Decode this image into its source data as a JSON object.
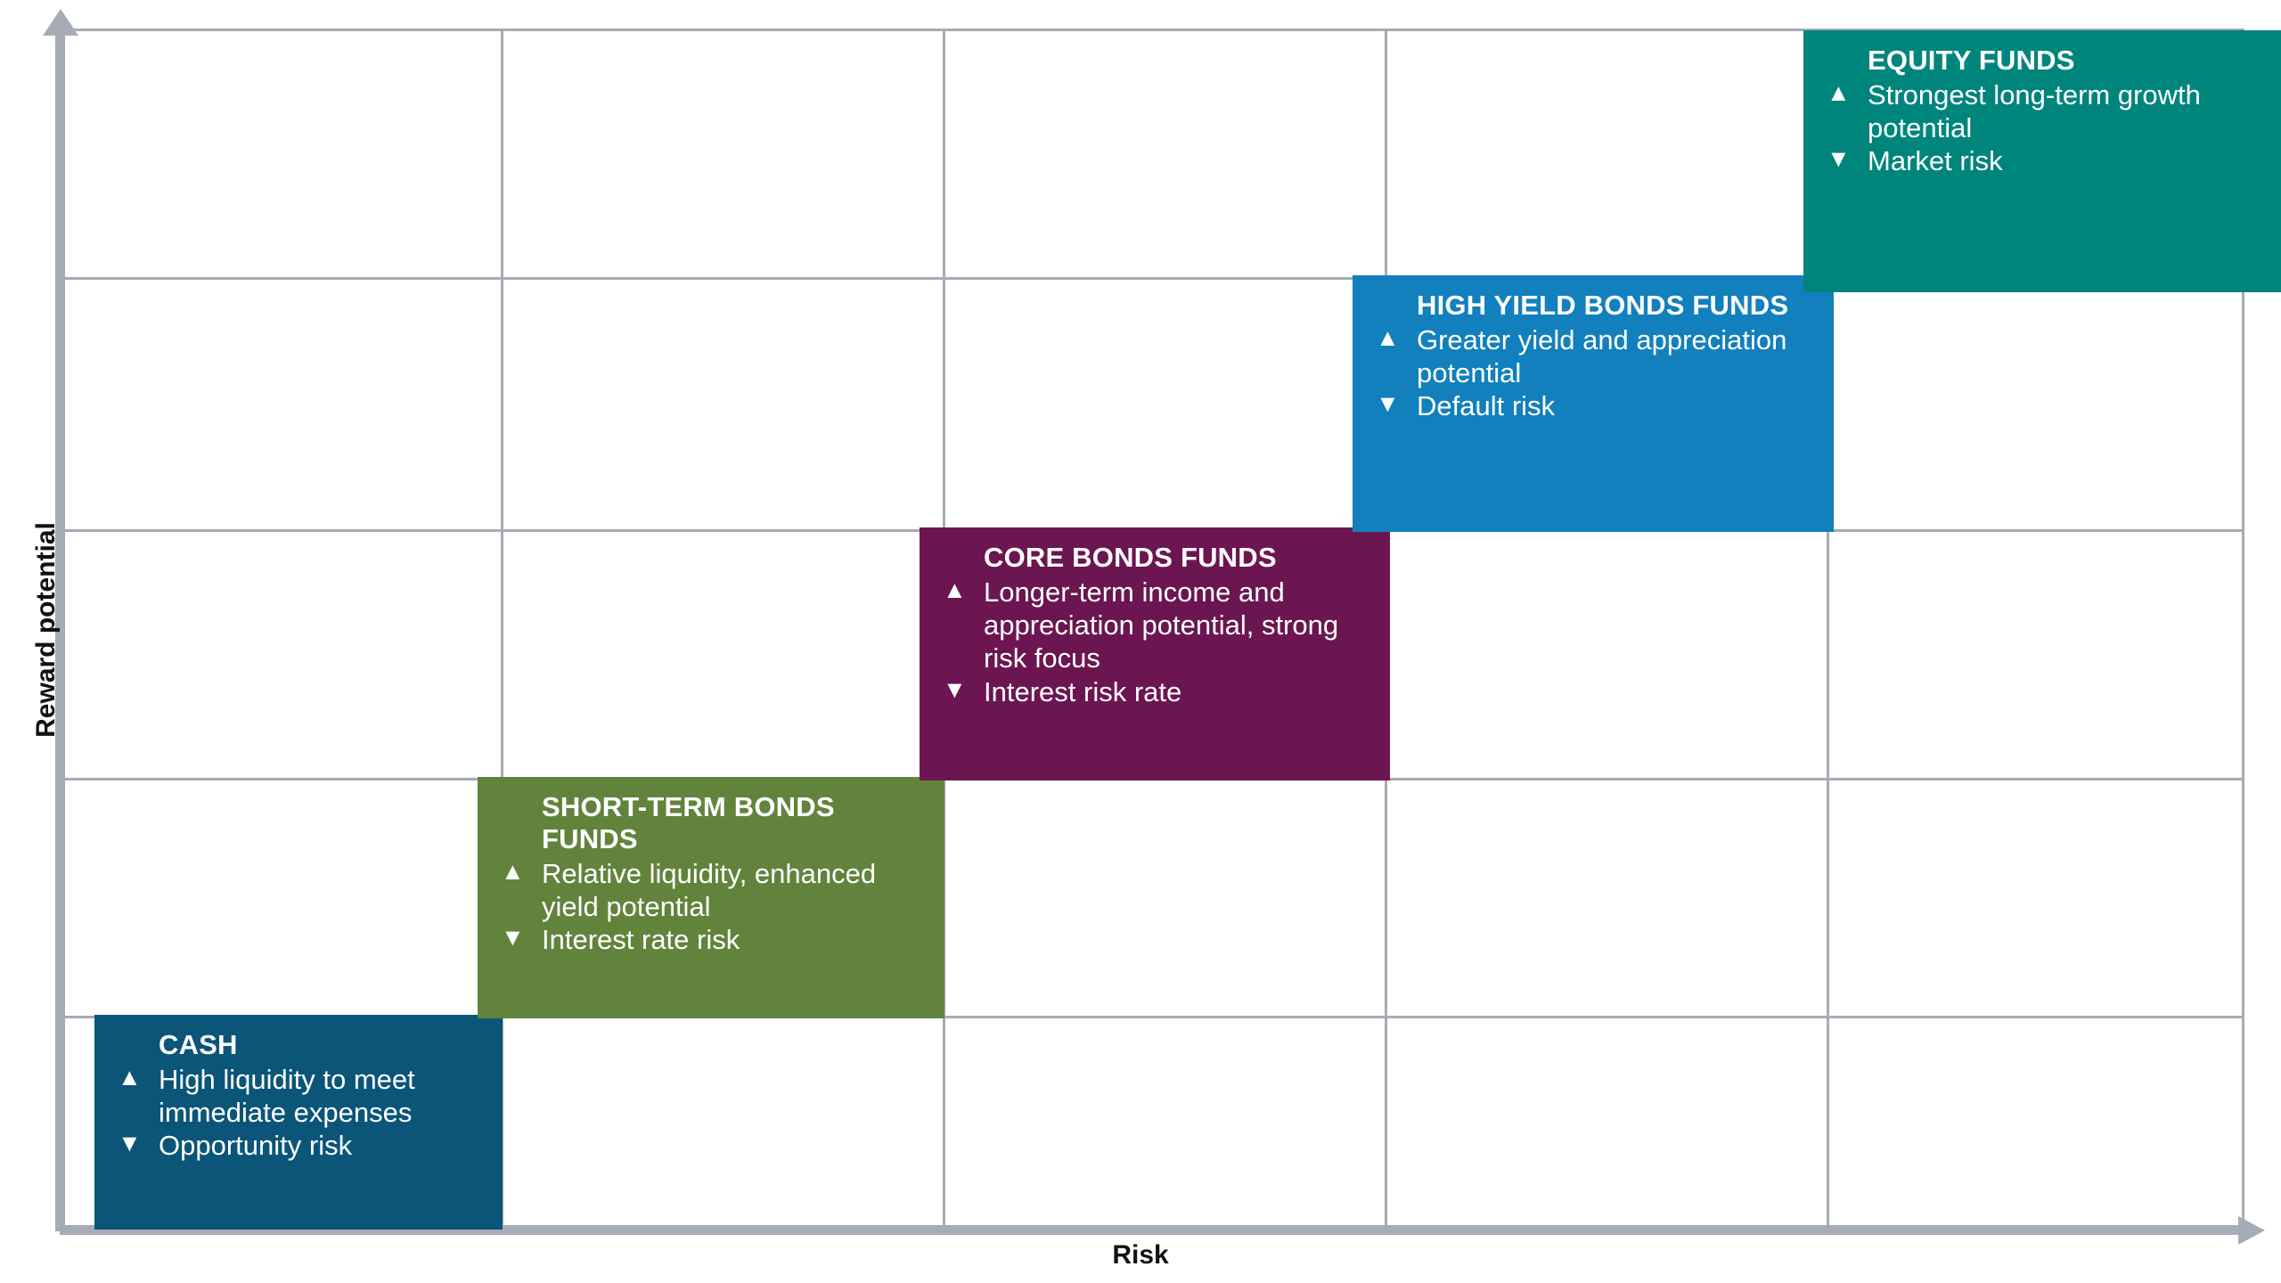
{
  "axes": {
    "y_title": "Reward potential",
    "x_title": "Risk"
  },
  "chart_data": {
    "type": "bar",
    "title": "",
    "subtitle": "",
    "xlabel": "Risk",
    "ylabel": "Reward potential",
    "grid": true,
    "legend": "none",
    "axis_tick_labels": {
      "x": [],
      "y": []
    },
    "categories": [
      "CASH",
      "SHORT-TERM BONDS FUNDS",
      "CORE BONDS FUNDS",
      "HIGH YIELD BONDS FUNDS",
      "EQUITY FUNDS"
    ],
    "values": [
      1,
      2,
      3,
      4,
      5
    ],
    "ylim": [
      0,
      5
    ],
    "xlim": [
      0,
      5
    ],
    "annotations": [
      {
        "name": "cash",
        "title": "CASH",
        "up_mark": "▲",
        "up_text": "High liquidity to meet immediate expenses",
        "down_mark": "▼",
        "down_text": "Opportunity risk",
        "color": "#0a5578",
        "risk_step": 1,
        "reward_step": 1
      },
      {
        "name": "short-term-bonds-funds",
        "title": "SHORT-TERM BONDS FUNDS",
        "up_mark": "▲",
        "up_text": "Relative liquidity, enhanced yield potential",
        "down_mark": "▼",
        "down_text": "Interest rate risk",
        "color": "#62833c",
        "risk_step": 2,
        "reward_step": 2
      },
      {
        "name": "core-bonds-funds",
        "title": "CORE BONDS FUNDS",
        "up_mark": "▲",
        "up_text": "Longer-term income and appreciation potential, strong risk focus",
        "down_mark": "▼",
        "down_text": "Interest risk rate",
        "color": "#6b1650",
        "risk_step": 3,
        "reward_step": 3
      },
      {
        "name": "high-yield-bonds-funds",
        "title": "HIGH YIELD BONDS FUNDS",
        "up_mark": "▲",
        "up_text": "Greater yield and appreciation potential",
        "down_mark": "▼",
        "down_text": "Default risk",
        "color": "#1180bd",
        "risk_step": 4,
        "reward_step": 4
      },
      {
        "name": "equity-funds",
        "title": "EQUITY FUNDS",
        "up_mark": "▲",
        "up_text": "Strongest long-term growth potential",
        "down_mark": "▼",
        "down_text": "Market risk",
        "color": "#00857c",
        "risk_step": 5,
        "reward_step": 5
      }
    ]
  },
  "colors": {
    "grid": "#a6acb6",
    "axis": "#a6acb6",
    "text": "#111111",
    "cash": "#0a5578",
    "short_term": "#62833c",
    "core": "#6b1650",
    "high_yield": "#1180bd",
    "equity": "#00857c"
  }
}
